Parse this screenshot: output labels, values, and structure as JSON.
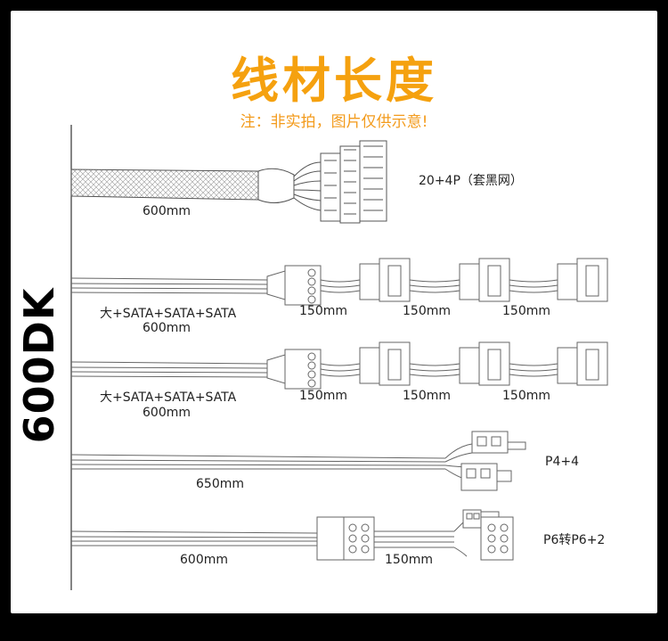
{
  "title": "线材长度",
  "subtitle": "注：非实拍，图片仅供示意!",
  "model": "600DK",
  "colors": {
    "accent": "#f5a10f",
    "line": "#555555",
    "text": "#222222"
  },
  "cables": [
    {
      "id": "atx",
      "connector": "20+4P（套黑网）",
      "length": "600mm"
    },
    {
      "id": "sata1",
      "combo": "大+SATA+SATA+SATA",
      "length": "600mm",
      "segments": [
        "150mm",
        "150mm",
        "150mm"
      ]
    },
    {
      "id": "sata2",
      "combo": "大+SATA+SATA+SATA",
      "length": "600mm",
      "segments": [
        "150mm",
        "150mm",
        "150mm"
      ]
    },
    {
      "id": "cpu",
      "connector": "P4+4",
      "length": "650mm"
    },
    {
      "id": "pcie",
      "connector": "P6转P6+2",
      "length": "600mm",
      "segment": "150mm"
    }
  ]
}
